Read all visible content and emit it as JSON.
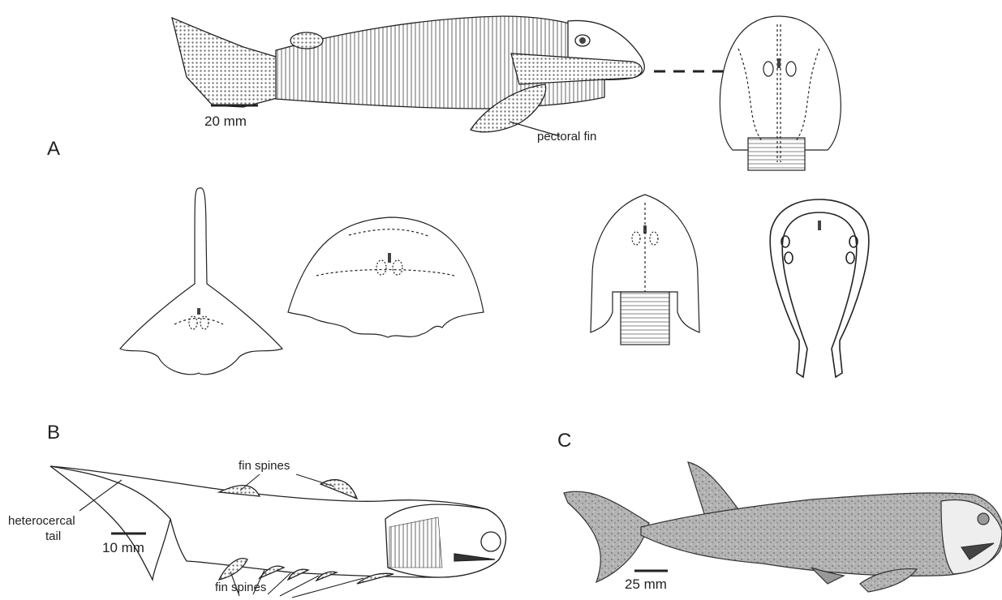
{
  "panels": {
    "a": "A",
    "b": "B",
    "c": "C"
  },
  "labels": {
    "scale_a": "20 mm",
    "pectoral_fin": "pectoral fin",
    "fin_spines_top": "fin spines",
    "heterocercal_tail_line1": "heterocercal",
    "heterocercal_tail_line2": "tail",
    "scale_b": "10 mm",
    "fin_spines_bottom": "fin spines",
    "scale_c": "25 mm"
  },
  "colors": {
    "ink": "#222222",
    "shade": "#bdbdbd",
    "dark_shade": "#8e8e8e",
    "fill_c": "#a7a7a7"
  }
}
